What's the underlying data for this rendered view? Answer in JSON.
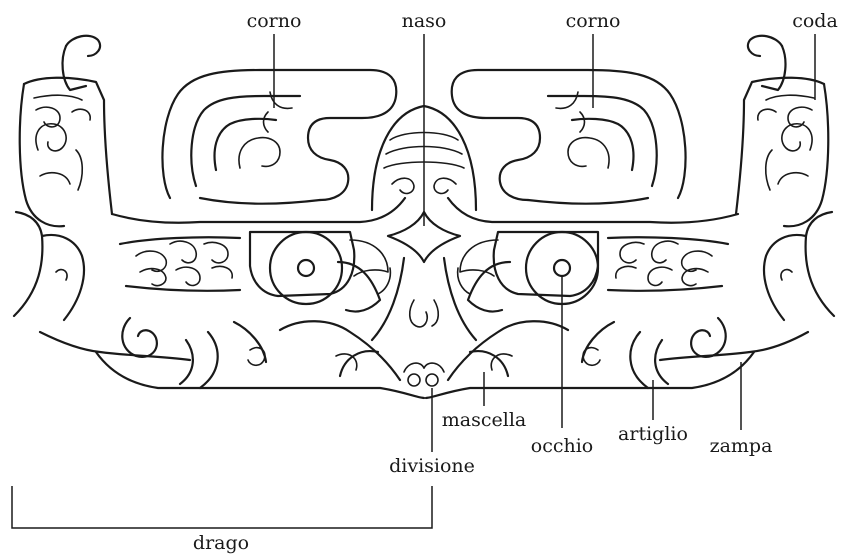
{
  "labels": {
    "horn_left": "corno",
    "nose": "naso",
    "horn_right": "corno",
    "tail": "coda",
    "jaw": "mascella",
    "eye": "occhio",
    "claw": "artiglio",
    "paw": "zampa",
    "division": "divisione",
    "dragon": "drago"
  },
  "colors": {
    "ink": "#1a1a1a",
    "background": "#ffffff"
  }
}
